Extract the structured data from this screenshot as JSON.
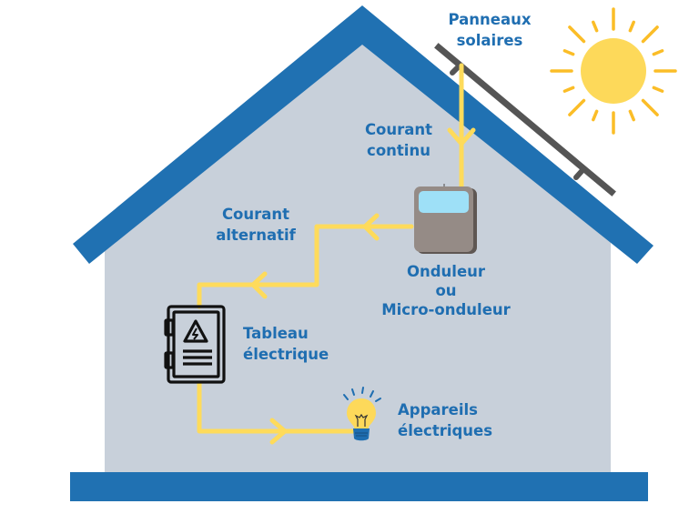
{
  "title": "Installation solaire domestique",
  "colors": {
    "roof": "#2071b2",
    "wall": "#c8d0da",
    "label": "#1f6eb1",
    "current_line": "#fedb5b",
    "sun": "#fdd95a",
    "sun_rays": "#fbbd27",
    "panel": "#555555",
    "inverter_body": "#958b86",
    "inverter_screen": "#9ee0f7",
    "bulb": "#fdd95a",
    "bulb_base": "#1f6eb1",
    "panel_board": "#111111"
  },
  "labels": {
    "solar_panels": [
      "Panneaux",
      "solaires"
    ],
    "direct_current": [
      "Courant",
      "continu"
    ],
    "alternating_current": [
      "Courant",
      "alternatif"
    ],
    "inverter": [
      "Onduleur",
      "ou",
      "Micro-onduleur"
    ],
    "electrical_panel": [
      "Tableau",
      "électrique"
    ],
    "appliances": [
      "Appareils",
      "électriques"
    ]
  },
  "icons": {
    "sun": "sun-icon",
    "solar_panel": "solar-panel-icon",
    "inverter": "inverter-icon",
    "electrical_panel": "electrical-panel-icon",
    "high_voltage": "high-voltage-icon",
    "bulb": "light-bulb-icon"
  },
  "flow": [
    {
      "from": "Panneaux solaires",
      "to": "Onduleur",
      "type": "Courant continu"
    },
    {
      "from": "Onduleur",
      "to": "Tableau électrique",
      "type": "Courant alternatif"
    },
    {
      "from": "Tableau électrique",
      "to": "Appareils électriques",
      "type": "Courant alternatif"
    }
  ]
}
